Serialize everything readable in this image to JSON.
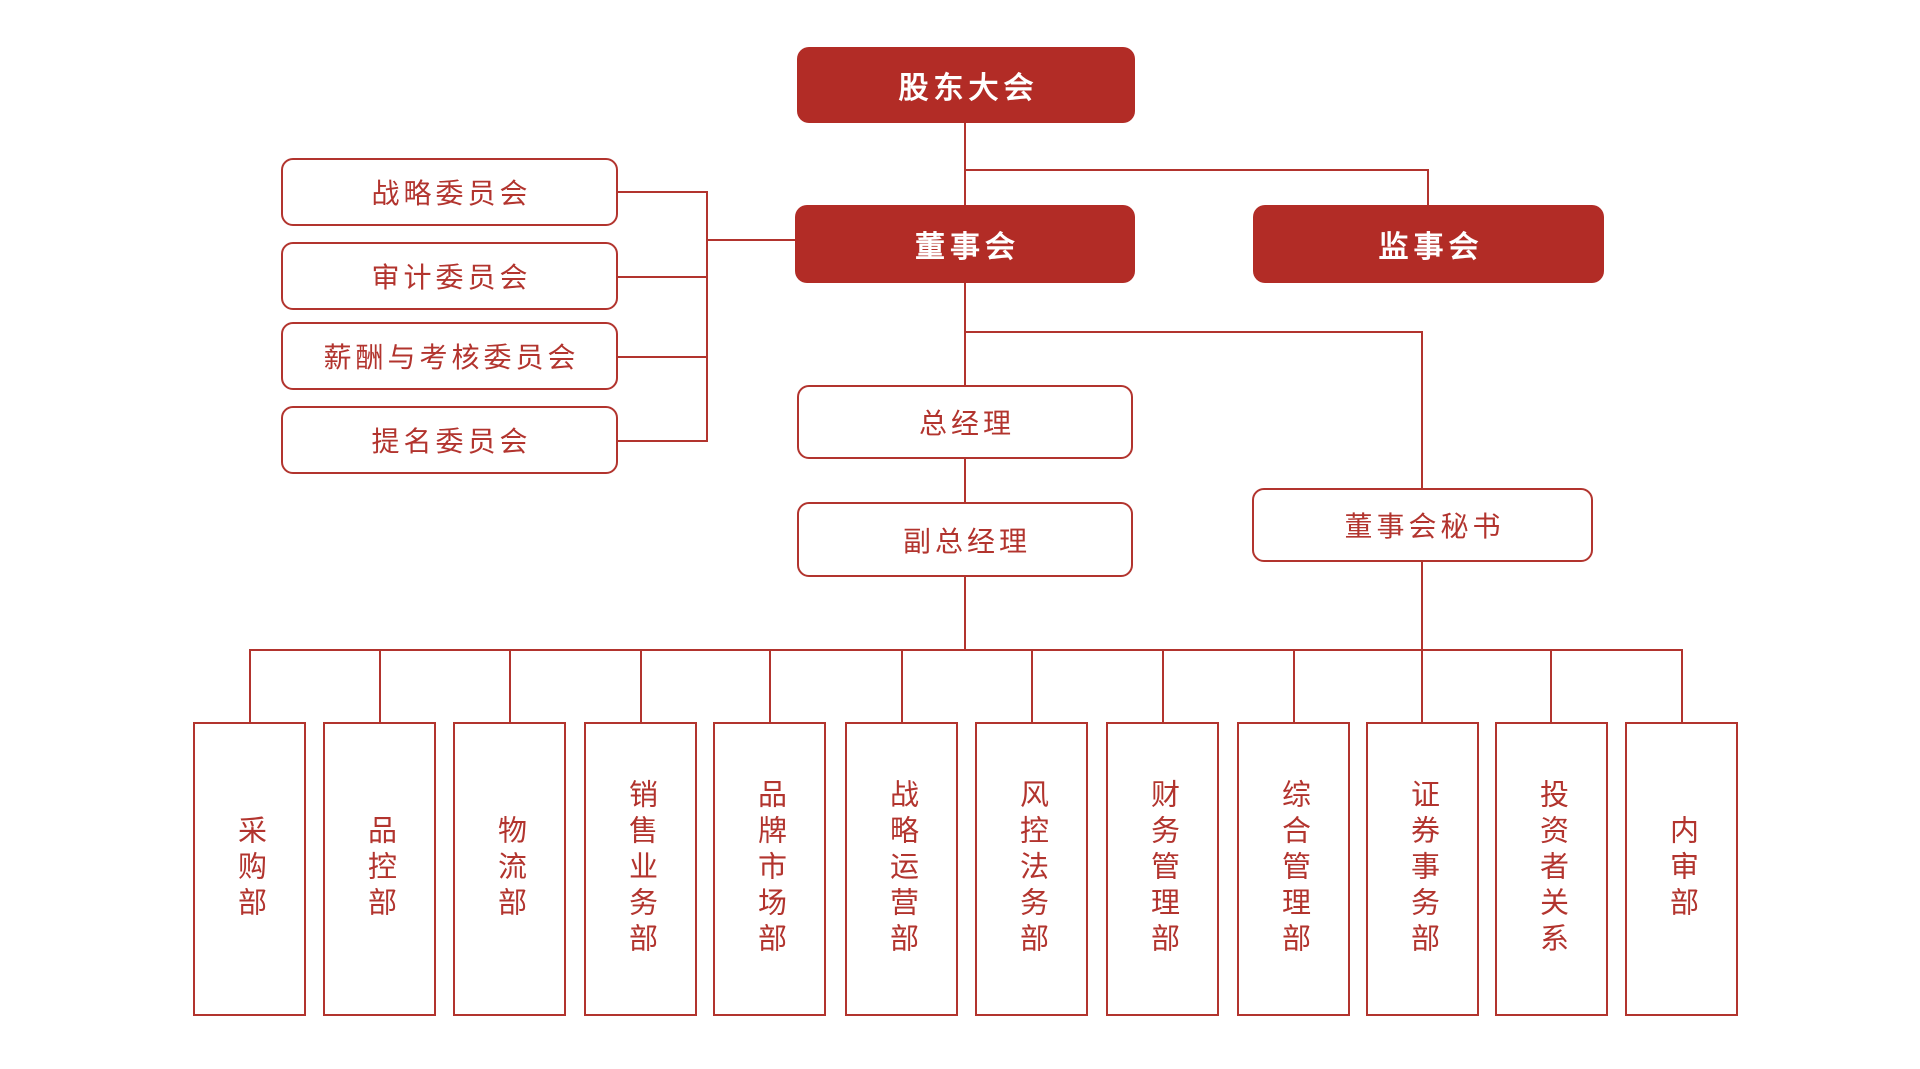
{
  "diagram": {
    "type": "org-chart",
    "colors": {
      "node_fill_red": "#B22C26",
      "line_red": "#B2342E",
      "node_text_red": "#B2342E",
      "node_text_white": "#FFFFFF",
      "background": "#FFFFFF"
    },
    "nodes": {
      "shareholders_meeting": "股东大会",
      "board_of_directors": "董事会",
      "supervisory_board": "监事会",
      "general_manager": "总经理",
      "deputy_general_manager": "副总经理",
      "board_secretary": "董事会秘书"
    },
    "committees": [
      {
        "label": "战略委员会"
      },
      {
        "label": "审计委员会"
      },
      {
        "label": "薪酬与考核委员会"
      },
      {
        "label": "提名委员会"
      }
    ],
    "departments": [
      {
        "label": "采购部"
      },
      {
        "label": "品控部"
      },
      {
        "label": "物流部"
      },
      {
        "label": "销售业务部"
      },
      {
        "label": "品牌市场部"
      },
      {
        "label": "战略运营部"
      },
      {
        "label": "风控法务部"
      },
      {
        "label": "财务管理部"
      },
      {
        "label": "综合管理部"
      },
      {
        "label": "证券事务部"
      },
      {
        "label": "投资者关系"
      },
      {
        "label": "内审部"
      }
    ]
  }
}
